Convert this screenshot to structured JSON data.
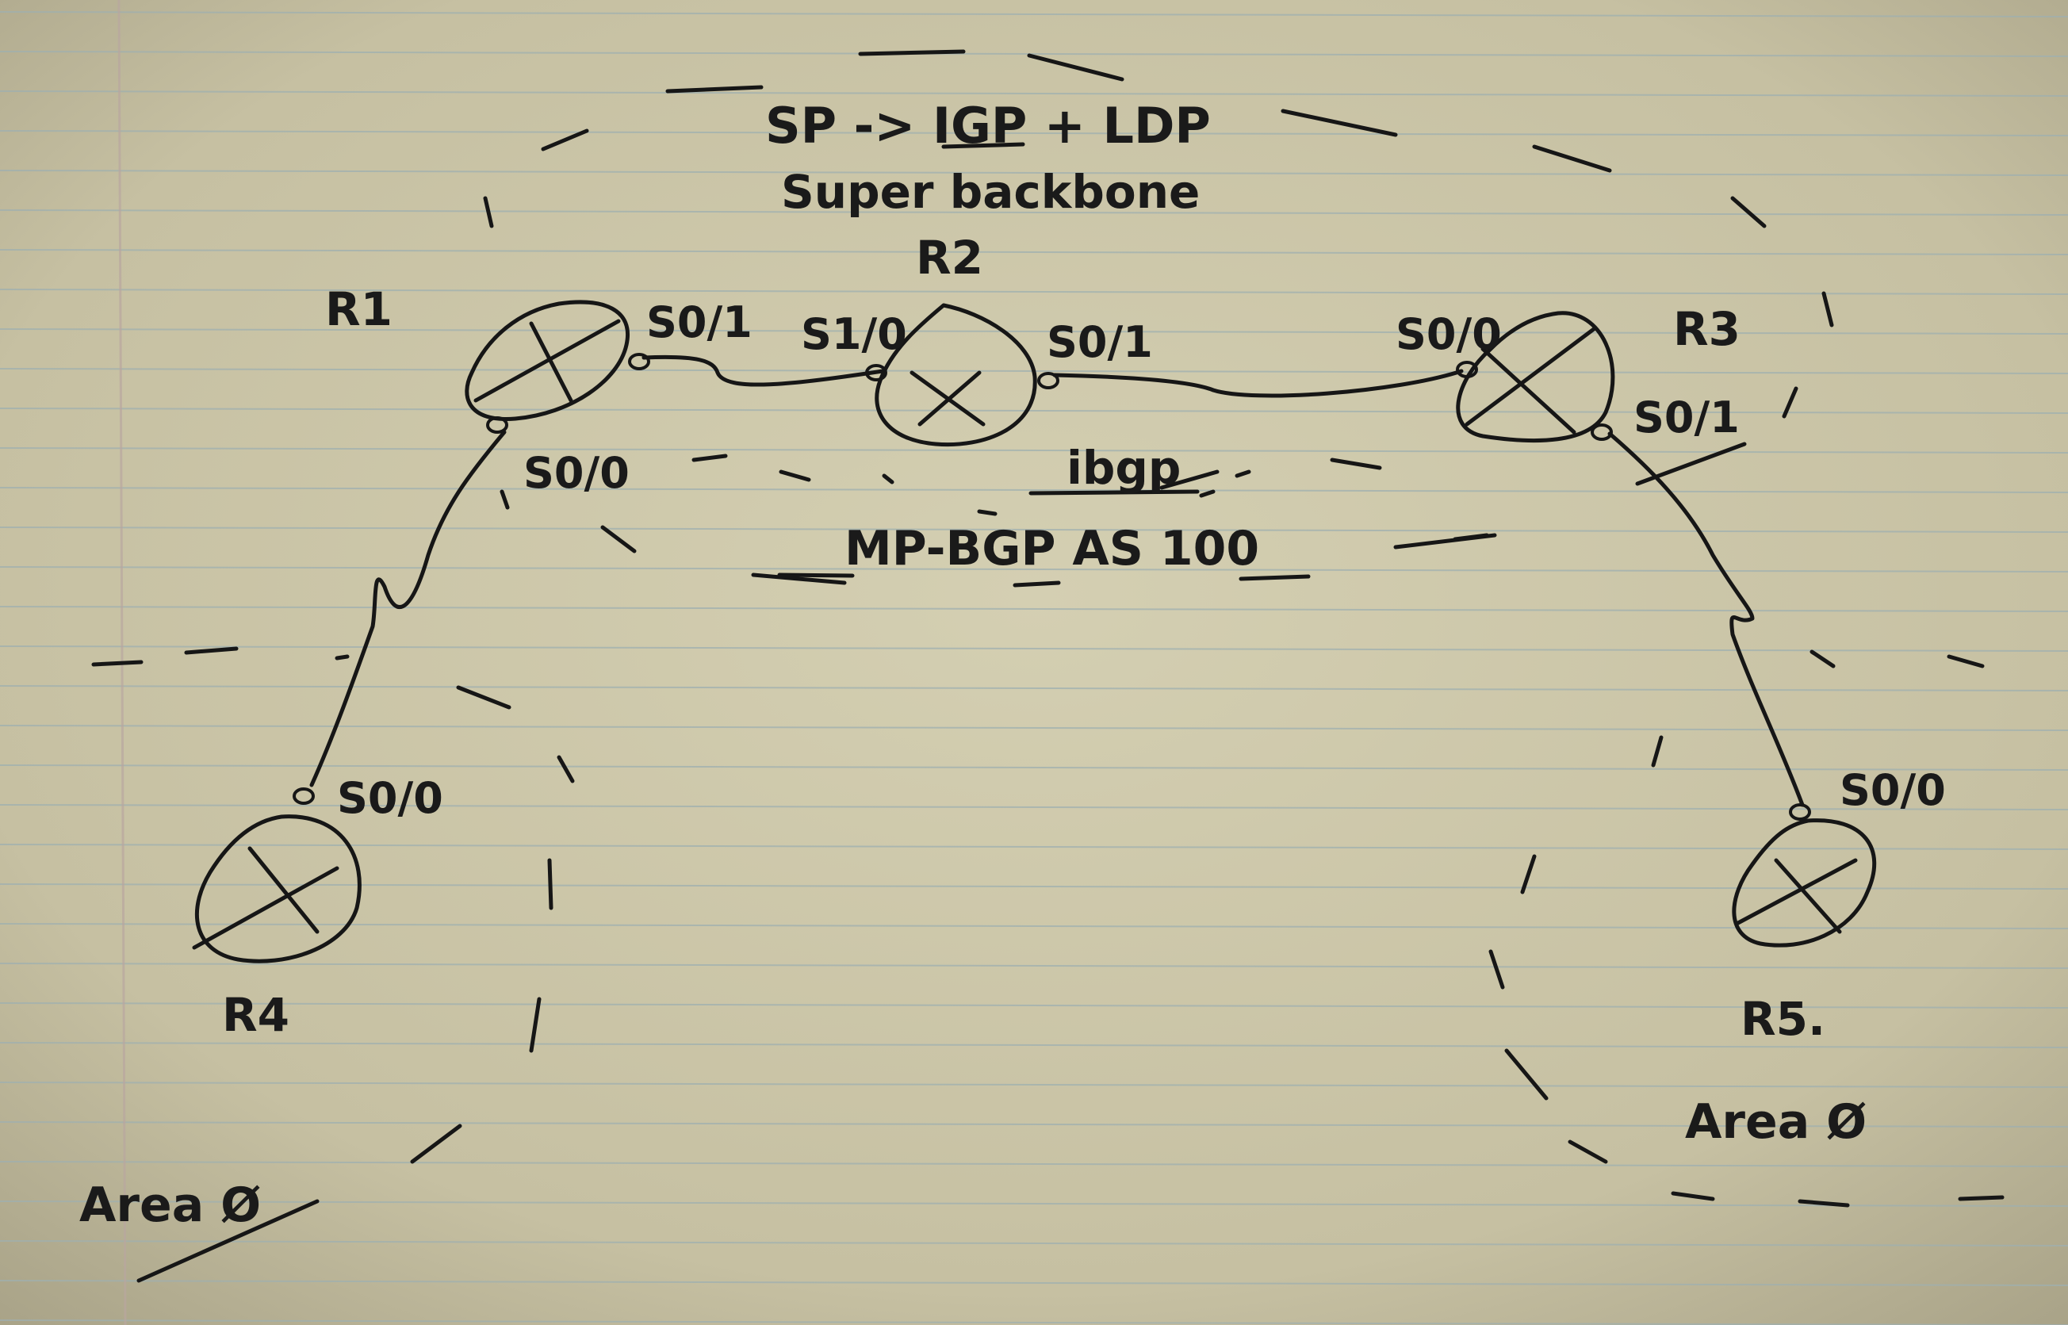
{
  "title_line": "SP -> IGP + LDP",
  "subtitle_line": "Super backbone",
  "ibgp_label": "ibgp",
  "mpbgp_label": "MP-BGP AS 100",
  "routers": {
    "r1": {
      "label": "R1",
      "interfaces": [
        "S0/1",
        "S0/0"
      ]
    },
    "r2": {
      "label": "R2",
      "interfaces": [
        "S1/0",
        "S0/1"
      ]
    },
    "r3": {
      "label": "R3",
      "interfaces": [
        "S0/0",
        "S0/1"
      ]
    },
    "r4": {
      "label": "R4",
      "interfaces": [
        "S0/0"
      ]
    },
    "r5": {
      "label": "R5.",
      "interfaces": [
        "S0/0"
      ]
    }
  },
  "areas": {
    "left": "Area Ø",
    "right": "Area Ø"
  },
  "links": [
    {
      "from": "R1",
      "from_if": "S0/1",
      "to": "R2",
      "to_if": "S1/0"
    },
    {
      "from": "R2",
      "from_if": "S0/1",
      "to": "R3",
      "to_if": "S0/0"
    },
    {
      "from": "R1",
      "from_if": "S0/0",
      "to": "R4",
      "to_if": "S0/0"
    },
    {
      "from": "R3",
      "from_if": "S0/1",
      "to": "R5",
      "to_if": "S0/0"
    }
  ],
  "colors": {
    "paper": "#c9c4a6",
    "ruled_line": "#9fb0b0",
    "margin_line": "#b9a7a0",
    "ink": "#161616"
  }
}
